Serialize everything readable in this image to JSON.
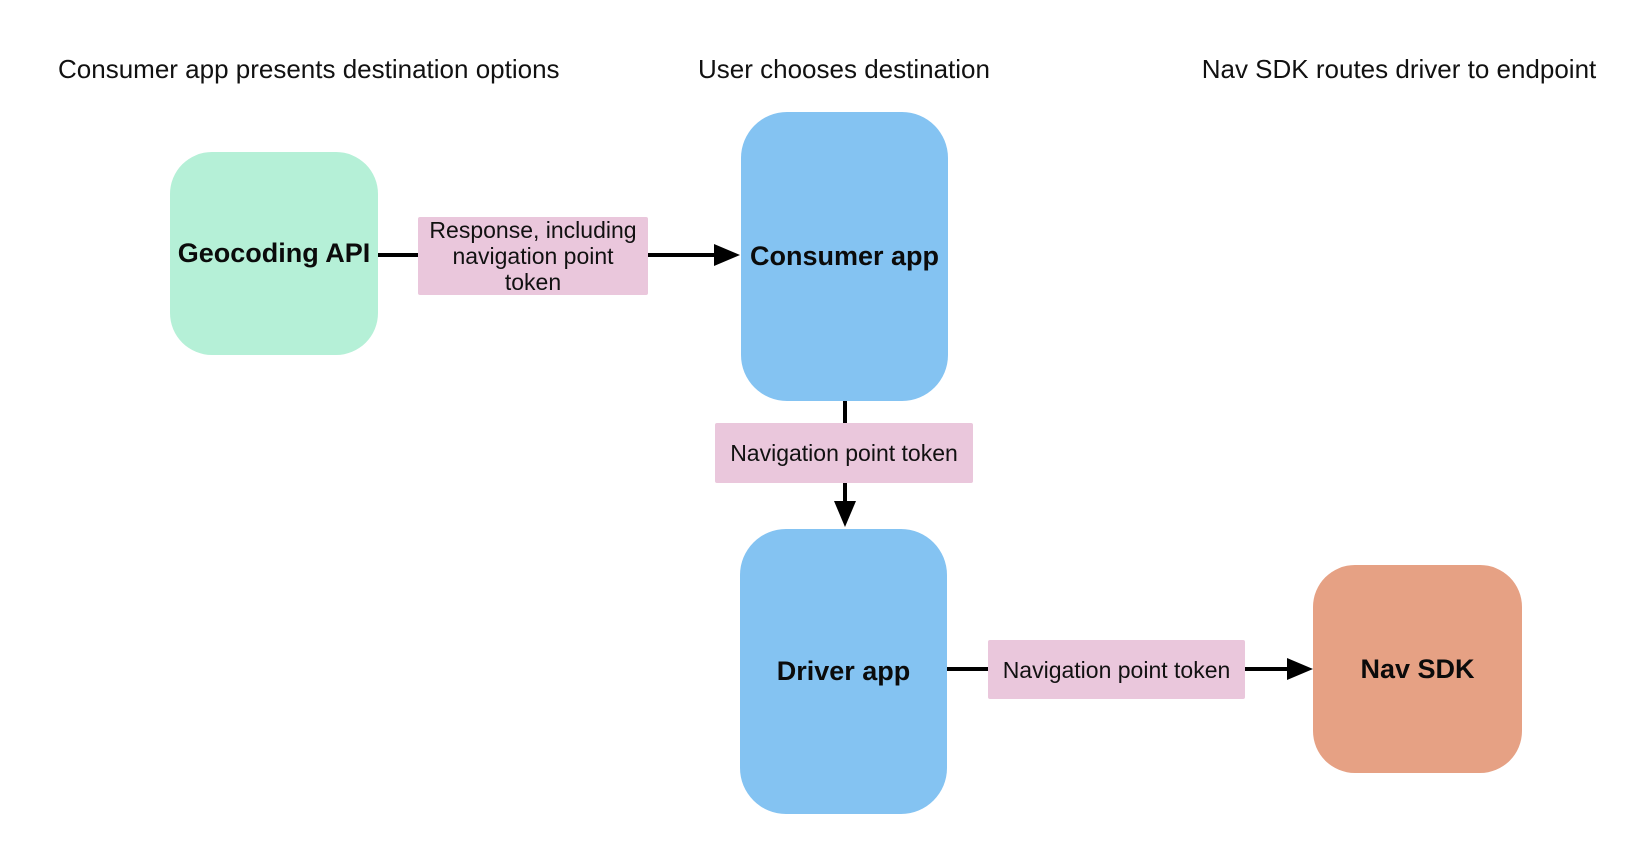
{
  "diagram": {
    "background_color": "#ffffff",
    "arrow_color": "#000000",
    "headings": [
      {
        "text": "Consumer app presents destination options"
      },
      {
        "text": "User chooses destination"
      },
      {
        "text": "Nav SDK routes driver to endpoint"
      }
    ],
    "nodes": [
      {
        "id": "geocoding-api",
        "label": "Geocoding API",
        "fill": "#b5f0d7"
      },
      {
        "id": "consumer-app",
        "label": "Consumer app",
        "fill": "#84c3f2"
      },
      {
        "id": "driver-app",
        "label": "Driver app",
        "fill": "#84c3f2"
      },
      {
        "id": "nav-sdk",
        "label": "Nav SDK",
        "fill": "#e6a184"
      }
    ],
    "edges": [
      {
        "from": "geocoding-api",
        "to": "consumer-app",
        "label": "Response, including navigation point token",
        "label_fill": "#eac7dc"
      },
      {
        "from": "consumer-app",
        "to": "driver-app",
        "label": "Navigation point token",
        "label_fill": "#eac7dc"
      },
      {
        "from": "driver-app",
        "to": "nav-sdk",
        "label": "Navigation point token",
        "label_fill": "#eac7dc"
      }
    ]
  }
}
